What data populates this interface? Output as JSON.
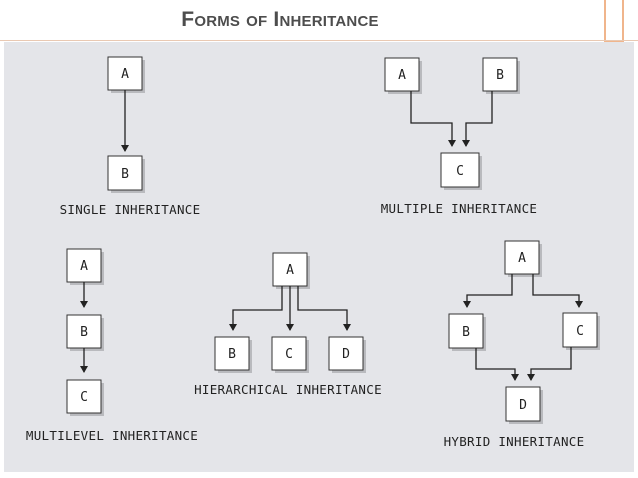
{
  "slide": {
    "title": "Forms of Inheritance"
  },
  "diagrams": {
    "single": {
      "caption": "SINGLE INHERITANCE",
      "nodes": [
        "A",
        "B"
      ]
    },
    "multiple": {
      "caption": "MULTIPLE INHERITANCE",
      "nodes": [
        "A",
        "B",
        "C"
      ]
    },
    "multilevel": {
      "caption": "MULTILEVEL INHERITANCE",
      "nodes": [
        "A",
        "B",
        "C"
      ]
    },
    "hierarchical": {
      "caption": "HIERARCHICAL INHERITANCE",
      "nodes": [
        "A",
        "B",
        "C",
        "D"
      ]
    },
    "hybrid": {
      "caption": "HYBRID INHERITANCE",
      "nodes": [
        "A",
        "B",
        "C",
        "D"
      ]
    }
  },
  "colors": {
    "panel": "#e4e5e9",
    "title": "#4d4d4d",
    "accent": "#f0b58c"
  }
}
